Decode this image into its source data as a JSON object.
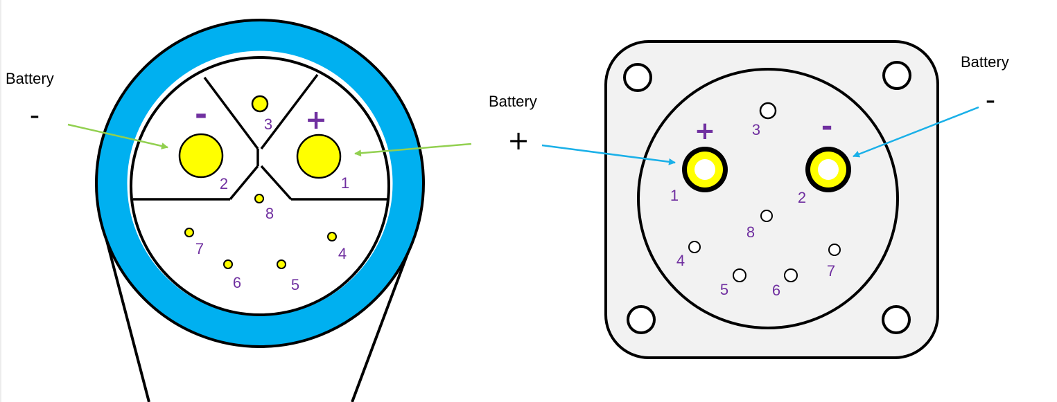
{
  "colors": {
    "ring_blue": "#00b0f0",
    "pin_yellow": "#ffff00",
    "pin_number_purple": "#7030a0",
    "arrow_green": "#92d050",
    "arrow_blue": "#1ab0e8",
    "flange_gray": "#f2f2f2"
  },
  "plug_view": {
    "battery_negative": {
      "label": "Battery",
      "sign": "-"
    },
    "battery_positive": {
      "label": "Battery",
      "sign": "+"
    },
    "polarity_negative": "-",
    "polarity_positive": "+",
    "pins": [
      "1",
      "2",
      "3",
      "4",
      "5",
      "6",
      "7",
      "8"
    ]
  },
  "receptacle_view": {
    "battery_positive_sign": "+",
    "battery_negative": {
      "label": "Battery",
      "sign": "-"
    },
    "polarity_positive": "+",
    "polarity_negative": "-",
    "pins": [
      "1",
      "2",
      "3",
      "4",
      "5",
      "6",
      "7",
      "8"
    ]
  }
}
